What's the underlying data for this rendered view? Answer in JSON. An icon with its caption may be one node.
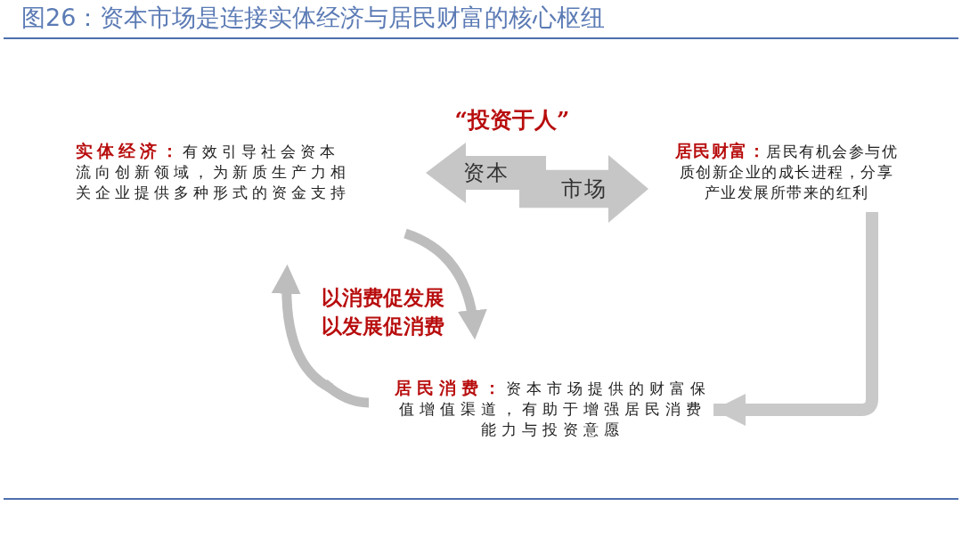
{
  "diagram": {
    "title": "图26：资本市场是连接实体经济与居民财富的核心枢纽",
    "nodes": [
      {
        "text": [
          "**实体经济：**有效引导社会资本流向创新领域，为新质生产力相关企业提供多种形式的资金支持"
        ]
      },
      {
        "text": [
          "资本"
        ]
      },
      {
        "text": [
          "市场"
        ]
      },
      {
        "text": [
          "**居民财富：**居民有机会参与优质创新企业的成长进程，分享产业发展所带来的红利"
        ]
      },
      {
        "text": [
          "以消费促发展",
          "以发展促消费"
        ]
      },
      {
        "text": [
          "**居民消费：**资本市场提供的财富保值增值渠道，有助于增强居民消费能力与投资意愿"
        ]
      }
    ],
    "edges": [
      {
        "from": 3,
        "to": 5,
        "arrow": "to"
      }
    ],
    "labels": [
      "“投资于人”"
    ]
  }
}
